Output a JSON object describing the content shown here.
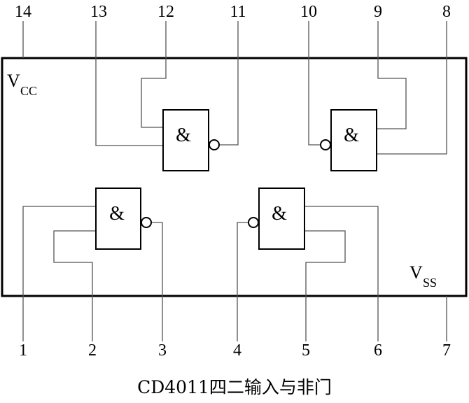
{
  "caption": "CD4011四二输入与非门",
  "pins_top": [
    "14",
    "13",
    "12",
    "11",
    "10",
    "9",
    "8"
  ],
  "pins_bottom": [
    "1",
    "2",
    "3",
    "4",
    "5",
    "6",
    "7"
  ],
  "vcc": {
    "main": "V",
    "sub": "CC"
  },
  "vss": {
    "main": "V",
    "sub": "SS"
  },
  "gate_symbol": "&"
}
